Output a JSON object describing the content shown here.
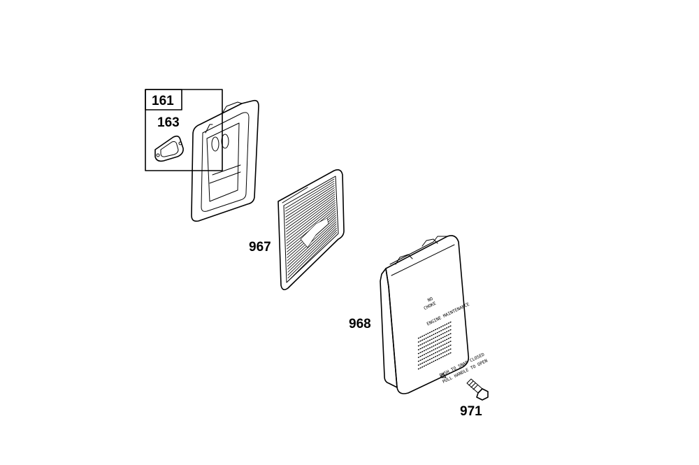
{
  "parts": {
    "box_labels": {
      "outer": "161",
      "inner": "163"
    },
    "filter_label": "967",
    "cover_label": "968",
    "screw_label": "971"
  },
  "cover_print": {
    "choke_top": "NO",
    "choke_bottom": "CHOKE",
    "engine_maintenance": "ENGINE MAINTENANCE",
    "push": "PUSH TO SNAP CLOSED",
    "pull": "PULL HANDLE TO OPEN"
  }
}
